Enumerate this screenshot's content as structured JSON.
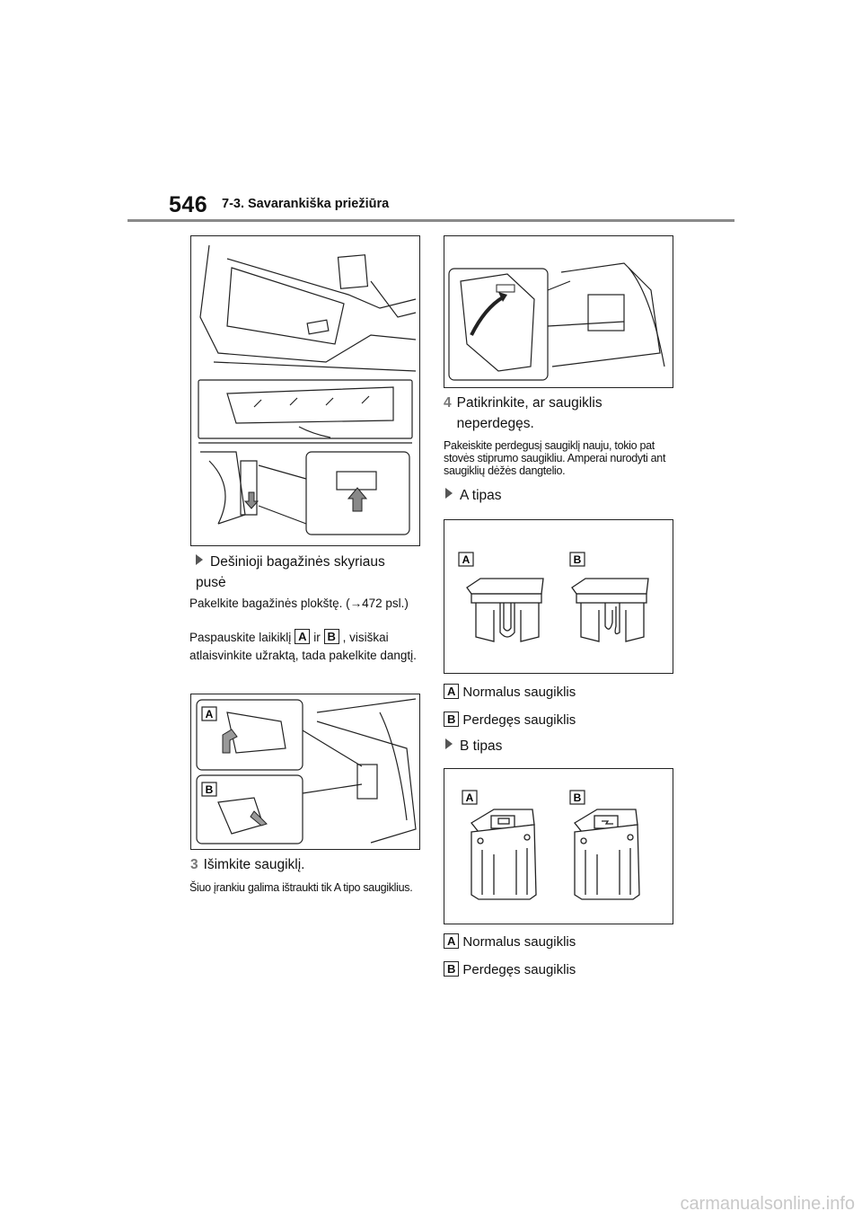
{
  "header": {
    "page_number": "546",
    "section": "7-3. Savarankiška priežiūra"
  },
  "left_column": {
    "heading_right_side": "Dešinioji bagažinės skyriaus pusė",
    "para_lift": "Pakelkite bagažinės plokštę. (→472 psl.)",
    "para_press_1": "Paspauskite laikiklį",
    "para_press_ir": "ir",
    "para_press_2": ", visiškai atlaisvinkite užraktą, tada pakelkite dangtį.",
    "step3_num": "3",
    "step3_text": "Išimkite saugiklį.",
    "step3_note": "Šiuo įrankiu galima ištraukti tik A tipo saugiklius."
  },
  "right_column": {
    "step4_num": "4",
    "step4_text": "Patikrinkite, ar saugiklis neperdegęs.",
    "step4_note": "Pakeiskite perdegusį saugiklį nauju, tokio pat stovės stiprumo saugikliu. Amperai nurodyti ant saugiklių dėžės dangtelio.",
    "type_a": "A tipas",
    "type_b": "B tipas",
    "normal_fuse": "Normalus saugiklis",
    "blown_fuse": "Perdegęs saugiklis"
  },
  "labels": {
    "a": "A",
    "b": "B"
  },
  "watermark": "carmanualsonline.info"
}
